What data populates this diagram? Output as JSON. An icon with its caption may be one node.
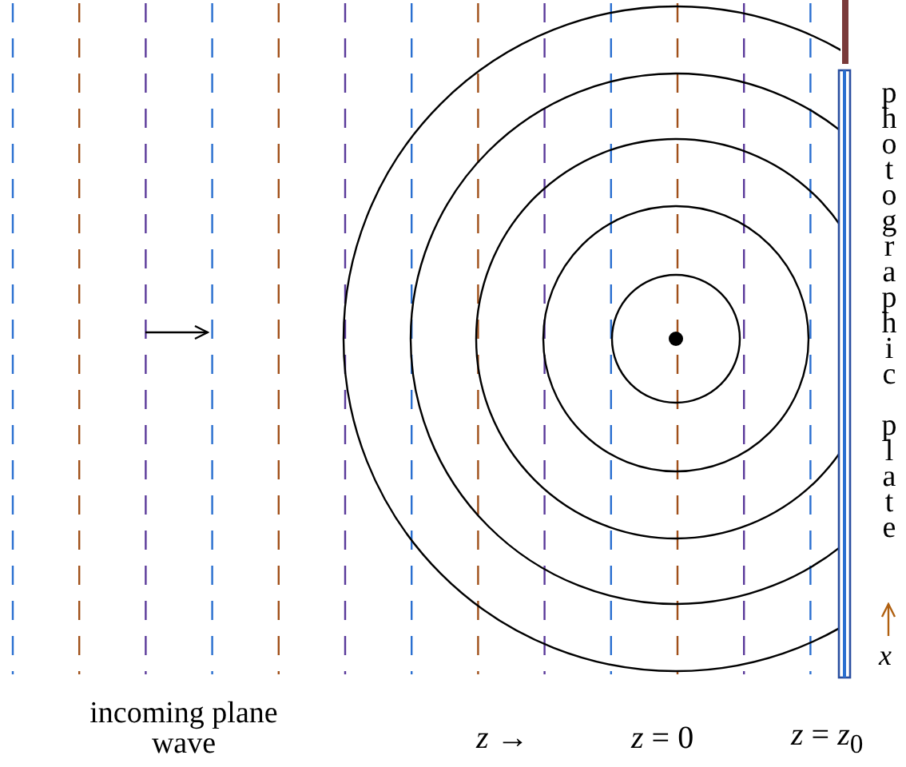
{
  "diagram": {
    "labels": [
      "photographic plate",
      "*x*",
      "incoming plane wave",
      "*z* →",
      "*z* = 0",
      "*z* = *z*$_{0}$"
    ]
  }
}
